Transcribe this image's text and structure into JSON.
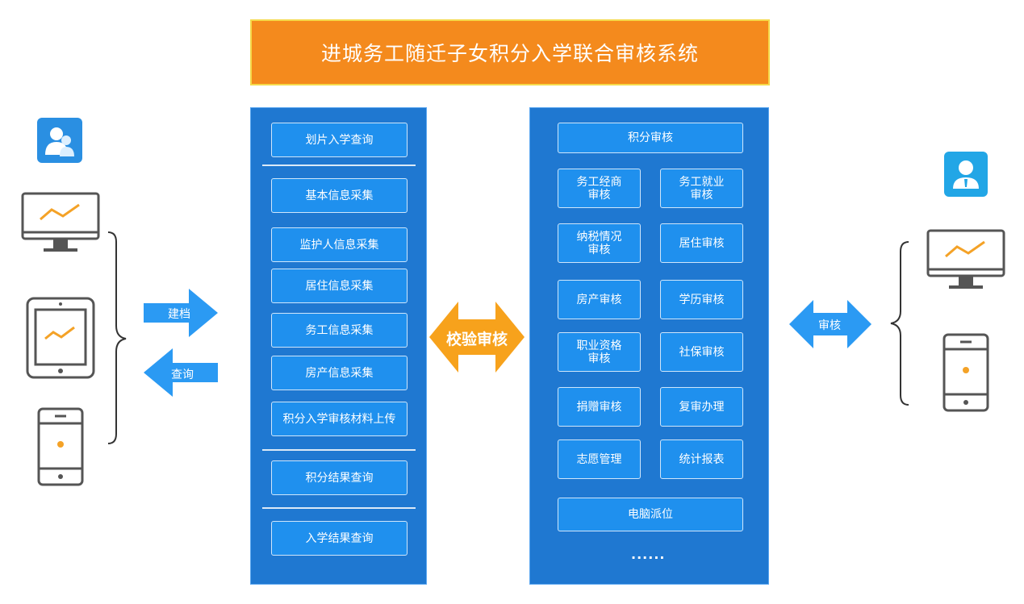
{
  "title": "进城务工随迁子女积分入学联合审核系统",
  "colors": {
    "title_bg": "#f48a1d",
    "panel_bg": "#1f78d1",
    "button_bg": "#1f90ee",
    "arrow_blue": "#2b9af3",
    "arrow_orange": "#f7a21c"
  },
  "left_arrows": {
    "archive_label": "建档",
    "query_label": "查询"
  },
  "center_arrow_label": "校验审核",
  "right_arrow_label": "审核",
  "left_panel": {
    "items": [
      "划片入学查询",
      "基本信息采集",
      "监护人信息采集",
      "居住信息采集",
      "务工信息采集",
      "房产信息采集",
      "积分入学审核材料上传",
      "积分结果查询",
      "入学结果查询"
    ]
  },
  "right_panel": {
    "top": "积分审核",
    "grid": [
      [
        "务工经商\n审核",
        "务工就业\n审核"
      ],
      [
        "纳税情况\n审核",
        "居住审核"
      ],
      [
        "房产审核",
        "学历审核"
      ],
      [
        "职业资格\n审核",
        "社保审核"
      ],
      [
        "捐赠审核",
        "复审办理"
      ],
      [
        "志愿管理",
        "统计报表"
      ]
    ],
    "bottom": "电脑派位",
    "ellipsis": "······"
  },
  "icons": [
    "users-icon",
    "desktop-icon",
    "tablet-icon",
    "phone-icon",
    "user-icon"
  ]
}
